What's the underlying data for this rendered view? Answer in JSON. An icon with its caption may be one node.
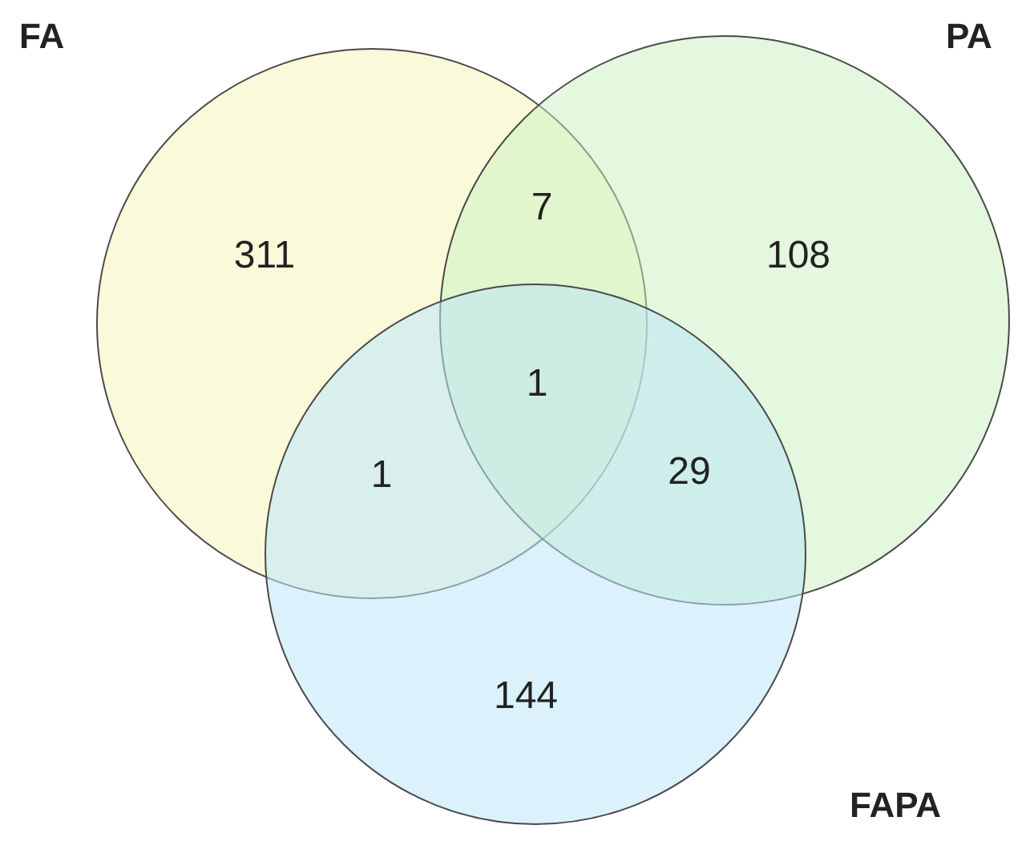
{
  "diagram": {
    "nodes": [
      {
        "text": [
          "FA"
        ]
      },
      {
        "text": [
          "PA"
        ]
      },
      {
        "text": [
          "FAPA"
        ]
      }
    ],
    "labels": [
      "311",
      "7",
      "108",
      "1",
      "1",
      "29",
      "144"
    ]
  }
}
